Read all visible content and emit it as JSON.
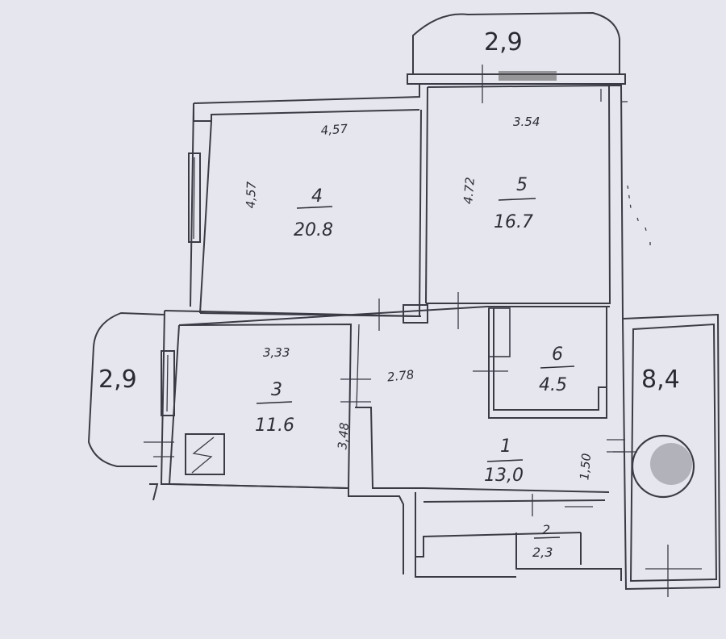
{
  "plan": {
    "rooms": [
      {
        "id": "1",
        "number": "1",
        "area": "13,0"
      },
      {
        "id": "2",
        "number": "2",
        "area": "2,3"
      },
      {
        "id": "3",
        "number": "3",
        "area": "11.6"
      },
      {
        "id": "4",
        "number": "4",
        "area": "20.8"
      },
      {
        "id": "5",
        "number": "5",
        "area": "16.7"
      },
      {
        "id": "6",
        "number": "6",
        "area": "4.5"
      },
      {
        "id": "bath",
        "area": "8,4"
      }
    ],
    "balconies": [
      {
        "id": "top",
        "area": "2,9"
      },
      {
        "id": "left",
        "area": "2,9"
      }
    ],
    "dimensions": {
      "room4_width": "4,57",
      "room4_height": "4,57",
      "room5_width": "3.54",
      "room5_height": "4.72",
      "room3_width": "3,33",
      "room3_height": "3,48",
      "hall_width": "2.78",
      "room1_height": "1,50"
    }
  }
}
